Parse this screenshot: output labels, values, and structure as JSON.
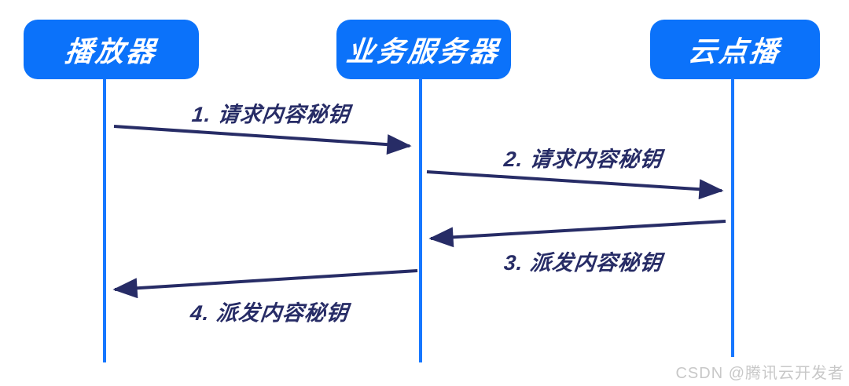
{
  "diagram": {
    "actors": [
      {
        "label": "播放器"
      },
      {
        "label": "业务服务器"
      },
      {
        "label": "云点播"
      }
    ],
    "messages": [
      {
        "label": "1. 请求内容秘钥"
      },
      {
        "label": "2. 请求内容秘钥"
      },
      {
        "label": "3. 派发内容秘钥"
      },
      {
        "label": "4. 派发内容秘钥"
      }
    ],
    "watermark": "CSDN @腾讯云开发者",
    "colors": {
      "actor_fill": "#0b72fa",
      "actor_text": "#ffffff",
      "lifeline": "#1677ff",
      "arrow": "#272c66",
      "label_text": "#272c66",
      "watermark_text": "#c8c8c8"
    }
  }
}
